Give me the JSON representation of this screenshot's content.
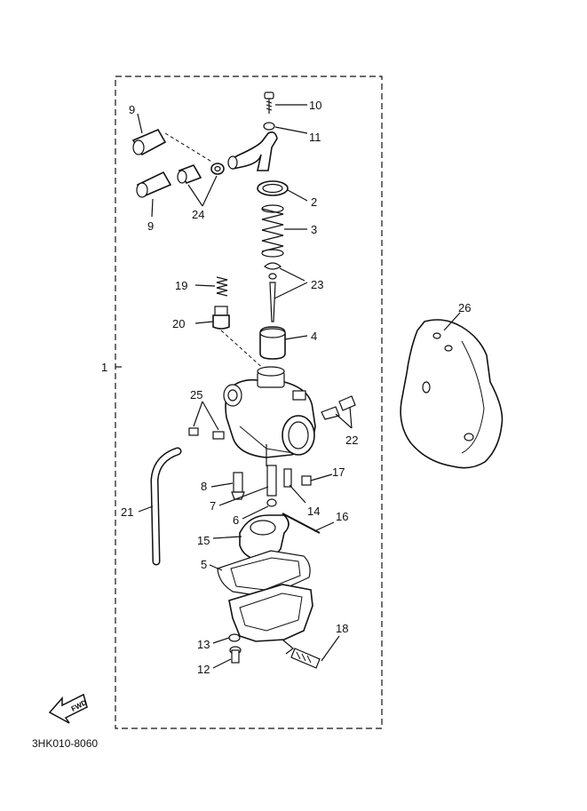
{
  "diagram": {
    "code": "3HK010-8060",
    "fwd_label": "FWD",
    "labels": {
      "p1": "1",
      "p2": "2",
      "p3": "3",
      "p4": "4",
      "p5": "5",
      "p6": "6",
      "p7": "7",
      "p8": "8",
      "p9a": "9",
      "p9b": "9",
      "p10": "10",
      "p11": "11",
      "p12": "12",
      "p13": "13",
      "p14": "14",
      "p15": "15",
      "p16": "16",
      "p17": "17",
      "p18": "18",
      "p19": "19",
      "p20": "20",
      "p21": "21",
      "p22": "22",
      "p23": "23",
      "p24": "24",
      "p25": "25",
      "p26": "26"
    }
  }
}
